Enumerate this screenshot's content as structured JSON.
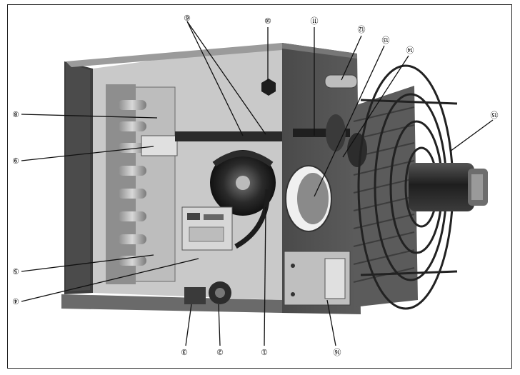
{
  "figure": {
    "orientation": "rotated-180",
    "callouts": [
      {
        "id": "c1",
        "label": "①"
      },
      {
        "id": "c2",
        "label": "②"
      },
      {
        "id": "c3",
        "label": "③"
      },
      {
        "id": "c4",
        "label": "④"
      },
      {
        "id": "c5",
        "label": "⑤"
      },
      {
        "id": "c6",
        "label": "⑥"
      },
      {
        "id": "c8",
        "label": "⑧"
      },
      {
        "id": "c9",
        "label": "⑨"
      },
      {
        "id": "c10",
        "label": "⑩"
      },
      {
        "id": "c11",
        "label": "⑪"
      },
      {
        "id": "c12",
        "label": "⑫"
      },
      {
        "id": "c13",
        "label": "⑬"
      },
      {
        "id": "c14",
        "label": "⑭"
      },
      {
        "id": "c15",
        "label": "⑮"
      },
      {
        "id": "c16",
        "label": "⑯"
      }
    ]
  }
}
